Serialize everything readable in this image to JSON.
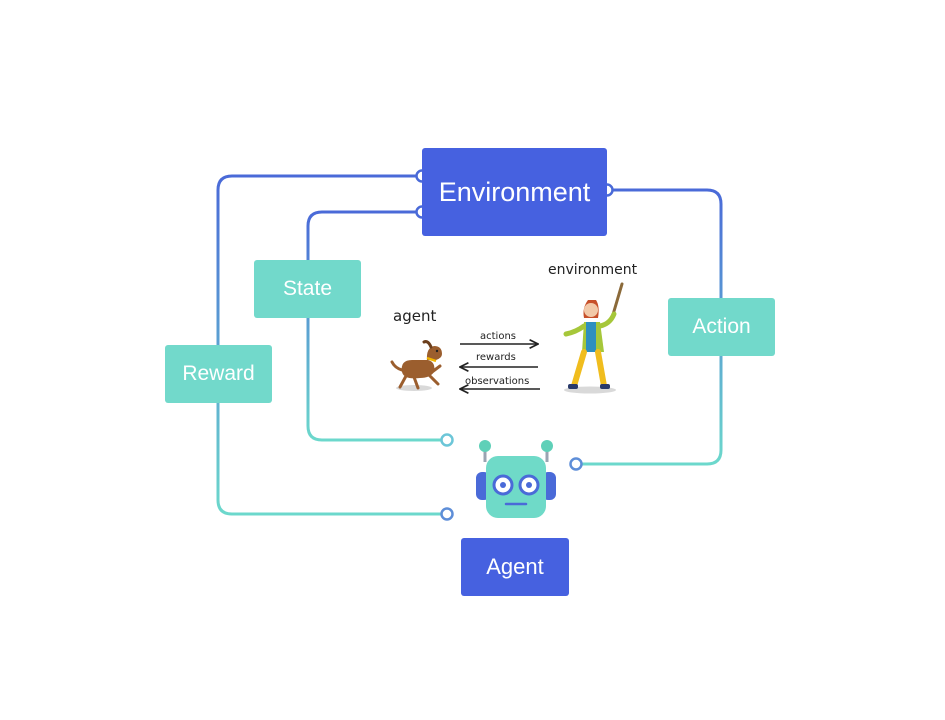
{
  "diagram": {
    "environment_label": "Environment",
    "agent_label": "Agent",
    "state_label": "State",
    "reward_label": "Reward",
    "action_label": "Action",
    "inset": {
      "agent_caption": "agent",
      "environment_caption": "environment",
      "arrow_actions": "actions",
      "arrow_rewards": "rewards",
      "arrow_observations": "observations"
    }
  },
  "colors": {
    "primary_blue": "#4661e0",
    "teal": "#72d9cb",
    "wire_blue": "#4a6ad8",
    "wire_teal": "#6cd8cc"
  }
}
